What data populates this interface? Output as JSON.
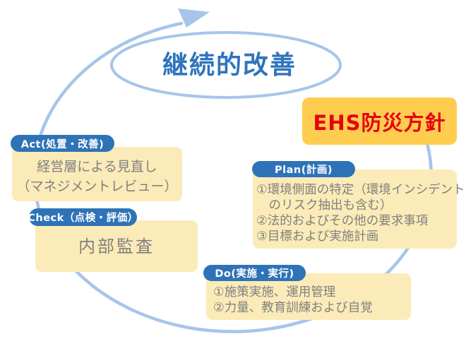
{
  "diagram": {
    "title": "継続的改善",
    "policy": {
      "label": "EHS防災方針"
    },
    "steps": [
      {
        "id": "act",
        "label": "Act(処置・改善)",
        "lines": [
          "経営層による見直し",
          "（マネジメントレビュー）"
        ]
      },
      {
        "id": "check",
        "label": "Check（点検・評価）",
        "lines": [
          "内部監査"
        ]
      },
      {
        "id": "plan",
        "label": "Plan(計画)",
        "lines": [
          "①環境側面の特定（環境インシデント",
          "　のリスク抽出も含む）",
          "②法的およびその他の要求事項",
          "③目標および実施計画"
        ]
      },
      {
        "id": "do",
        "label": "Do(実施・実行)",
        "lines": [
          "①施策実施、運用管理",
          "②力量、教育訓練および自覚"
        ]
      }
    ],
    "colors": {
      "arc_blue": "#A6C5E9",
      "pill_blue": "#2E73B8",
      "title_blue": "#2F74BD",
      "box_cream": "#FBEBB8",
      "policy_gold": "#FECD4F",
      "policy_red": "#E60012",
      "body_gray": "#808080"
    }
  }
}
